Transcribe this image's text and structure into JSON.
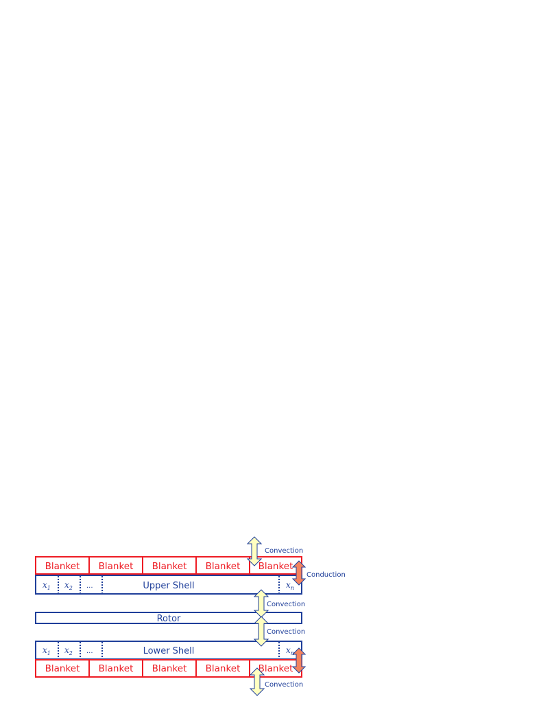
{
  "colors": {
    "blanket": "#ee1c24",
    "shell": "#1f3f9a",
    "convection_arrow": "#ffffc0",
    "conduction_arrow": "#f4845f"
  },
  "labels": {
    "blanket": "Blanket",
    "upper_shell": "Upper Shell",
    "lower_shell": "Lower Shell",
    "rotor": "Rotor",
    "convection": "Convection",
    "conduction": "Conduction",
    "ellipsis": "...",
    "x_var": "x",
    "sub_1": "1",
    "sub_2": "2",
    "sub_n": "n"
  }
}
